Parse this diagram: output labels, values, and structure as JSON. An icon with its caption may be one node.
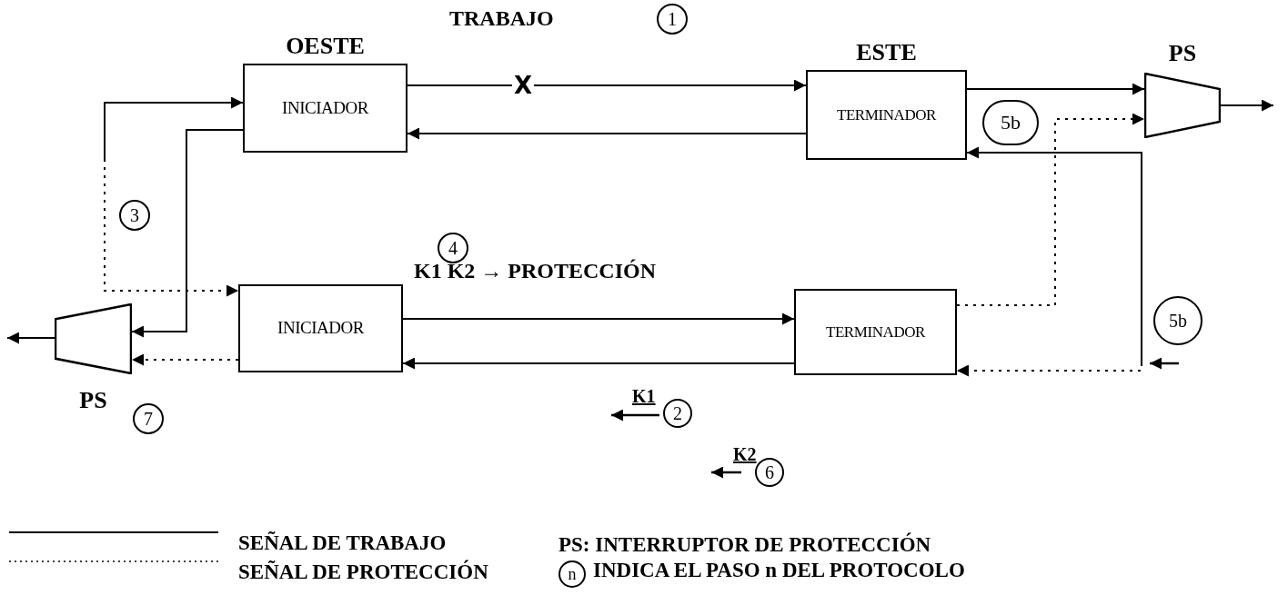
{
  "diagram": {
    "nodes": [
      {
        "text": [
          "OESTE",
          "INICIADOR"
        ]
      },
      {
        "text": [
          "ESTE",
          "TERMINADOR"
        ]
      },
      {
        "text": [
          "INICIADOR"
        ]
      },
      {
        "text": [
          "TERMINADOR"
        ]
      },
      {
        "text": [
          "PS"
        ]
      },
      {
        "text": [
          "PS"
        ]
      }
    ],
    "edges": [
      {
        "from": 0,
        "to": 1,
        "arrow": "to",
        "label": "X"
      },
      {
        "from": 1,
        "to": 0,
        "arrow": "to"
      },
      {
        "from": 1,
        "to": 4,
        "arrow": "to"
      },
      {
        "from": 4,
        "to": null,
        "arrow": "to"
      },
      {
        "from": 0,
        "to": 5,
        "arrow": "to"
      },
      {
        "from": null,
        "to": 0,
        "arrow": "to"
      },
      {
        "from": null,
        "to": 2,
        "arrow": "to",
        "style": "dashed"
      },
      {
        "from": 2,
        "to": 5,
        "arrow": "to",
        "style": "dashed"
      },
      {
        "from": 5,
        "to": null,
        "arrow": "to"
      },
      {
        "from": 2,
        "to": 3,
        "arrow": "to"
      },
      {
        "from": 3,
        "to": 2,
        "arrow": "to"
      },
      {
        "from": 3,
        "to": 4,
        "arrow": "to",
        "style": "dashed"
      },
      {
        "from": null,
        "to": 1,
        "arrow": "to"
      },
      {
        "from": null,
        "to": 3,
        "arrow": "to",
        "style": "dashed"
      }
    ],
    "labels": [
      "TRABAJO",
      "1",
      "5b",
      "3",
      "4",
      "K1 K2 → PROTECCIÓN",
      "5b",
      "K1",
      "2",
      "7",
      "K2",
      "6",
      "PS: INTERRUPTOR DE PROTECCIÓN",
      "n",
      "INDICA EL PASO n DEL PROTOCOLO"
    ],
    "legend": [
      {
        "text": "SEÑAL DE TRABAJO"
      },
      {
        "text": "SEÑAL DE PROTECCIÓN"
      }
    ]
  }
}
